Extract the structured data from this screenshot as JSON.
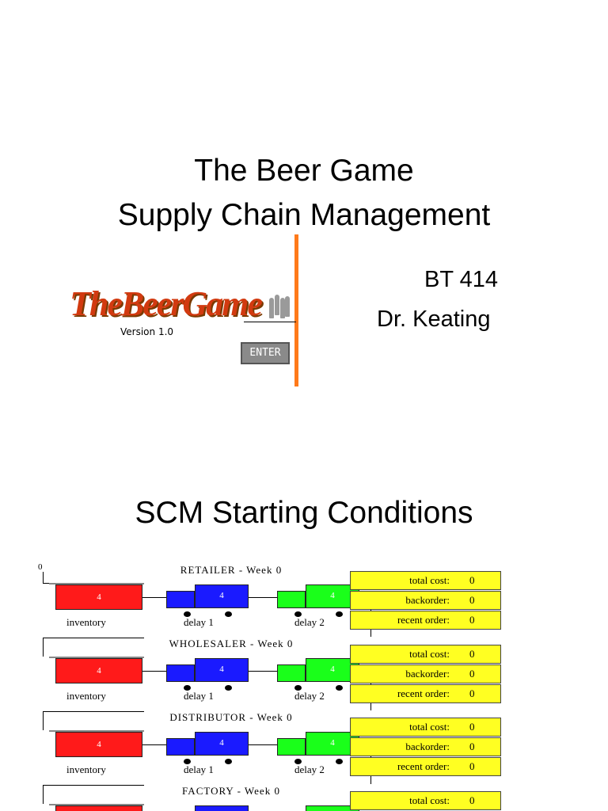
{
  "slide1": {
    "title_line1": "The Beer Game",
    "title_line2": "Supply Chain Management",
    "course": "BT 414",
    "instructor": "Dr. Keating",
    "logo": {
      "text": "TheBeerGame",
      "version": "Version 1.0",
      "enter_label": "ENTER"
    }
  },
  "slide2": {
    "title": "SCM Starting Conditions",
    "start_marker": "0",
    "stages": [
      {
        "title": "RETAILER - Week 0",
        "inventory": "4",
        "delay1": "4",
        "delay2": "4",
        "inventory_label": "inventory",
        "delay1_label": "delay 1",
        "delay2_label": "delay 2"
      },
      {
        "title": "WHOLESALER - Week 0",
        "inventory": "4",
        "delay1": "4",
        "delay2": "4",
        "inventory_label": "inventory",
        "delay1_label": "delay 1",
        "delay2_label": "delay 2"
      },
      {
        "title": "DISTRIBUTOR - Week 0",
        "inventory": "4",
        "delay1": "4",
        "delay2": "4",
        "inventory_label": "inventory",
        "delay1_label": "delay 1",
        "delay2_label": "delay 2"
      },
      {
        "title": "FACTORY - Week 0"
      }
    ],
    "panels": [
      {
        "total_cost_label": "total cost:",
        "total_cost": "0",
        "backorder_label": "backorder:",
        "backorder": "0",
        "recent_order_label": "recent order:",
        "recent_order": "0"
      },
      {
        "total_cost_label": "total cost:",
        "total_cost": "0",
        "backorder_label": "backorder:",
        "backorder": "0",
        "recent_order_label": "recent order:",
        "recent_order": "0"
      },
      {
        "total_cost_label": "total cost:",
        "total_cost": "0",
        "backorder_label": "backorder:",
        "backorder": "0",
        "recent_order_label": "recent order:",
        "recent_order": "0"
      },
      {
        "total_cost_label": "total cost:",
        "total_cost": "0"
      }
    ],
    "colors": {
      "inventory": "#ff1a1a",
      "delay1": "#1a1aff",
      "delay2": "#1aff1a",
      "panel": "#ffff22"
    }
  }
}
